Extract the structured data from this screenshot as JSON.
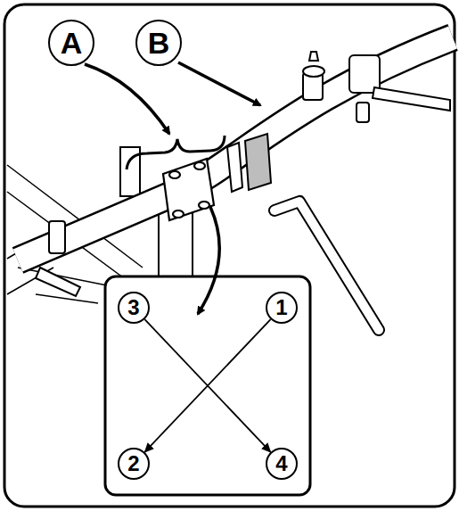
{
  "diagram": {
    "nodes": [
      {
        "text": [
          "A"
        ]
      },
      {
        "text": [
          "B"
        ]
      },
      {
        "text": [
          "3"
        ]
      },
      {
        "text": [
          "1"
        ]
      },
      {
        "text": [
          "2"
        ]
      },
      {
        "text": [
          "4"
        ]
      }
    ],
    "edges": [
      {
        "from": 3,
        "to": 4,
        "arrow": "to"
      },
      {
        "from": 2,
        "to": 5,
        "arrow": "to"
      }
    ]
  }
}
